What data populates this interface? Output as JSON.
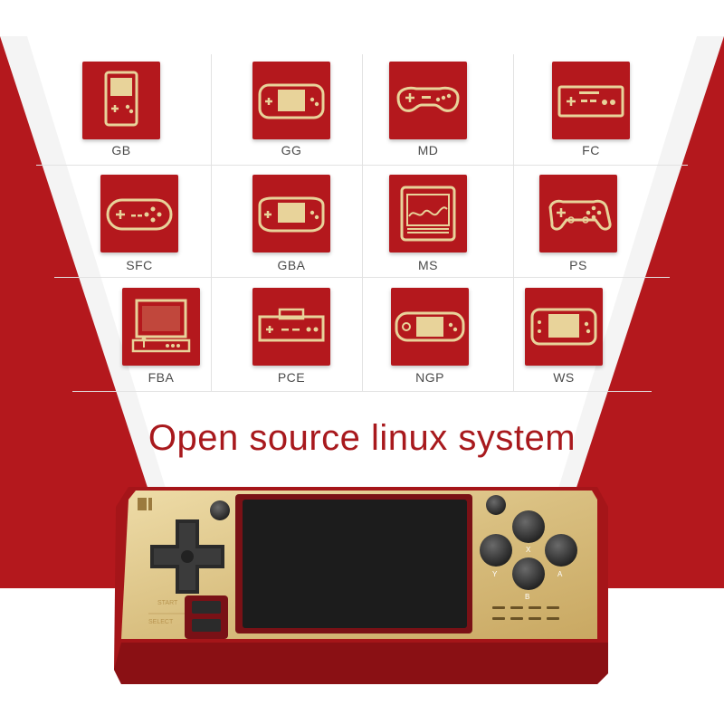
{
  "colors": {
    "accent": "#b4181d",
    "gold": "#e8d39a",
    "headline": "#a8191d"
  },
  "systems": [
    {
      "label": "GB",
      "icon": "gameboy-icon"
    },
    {
      "label": "GG",
      "icon": "gamegear-icon"
    },
    {
      "label": "MD",
      "icon": "megadrive-controller-icon"
    },
    {
      "label": "FC",
      "icon": "famicom-controller-icon"
    },
    {
      "label": "SFC",
      "icon": "snes-controller-icon"
    },
    {
      "label": "GBA",
      "icon": "gameboy-advance-icon"
    },
    {
      "label": "MS",
      "icon": "master-system-icon"
    },
    {
      "label": "PS",
      "icon": "playstation-controller-icon"
    },
    {
      "label": "FBA",
      "icon": "arcade-cabinet-icon"
    },
    {
      "label": "PCE",
      "icon": "pc-engine-icon"
    },
    {
      "label": "NGP",
      "icon": "neogeo-pocket-icon"
    },
    {
      "label": "WS",
      "icon": "wonderswan-icon"
    }
  ],
  "headline": "Open source linux system",
  "device": {
    "start_label": "START",
    "select_label": "SELECT",
    "buttons": {
      "x": "X",
      "y": "Y",
      "a": "A",
      "b": "B"
    }
  }
}
